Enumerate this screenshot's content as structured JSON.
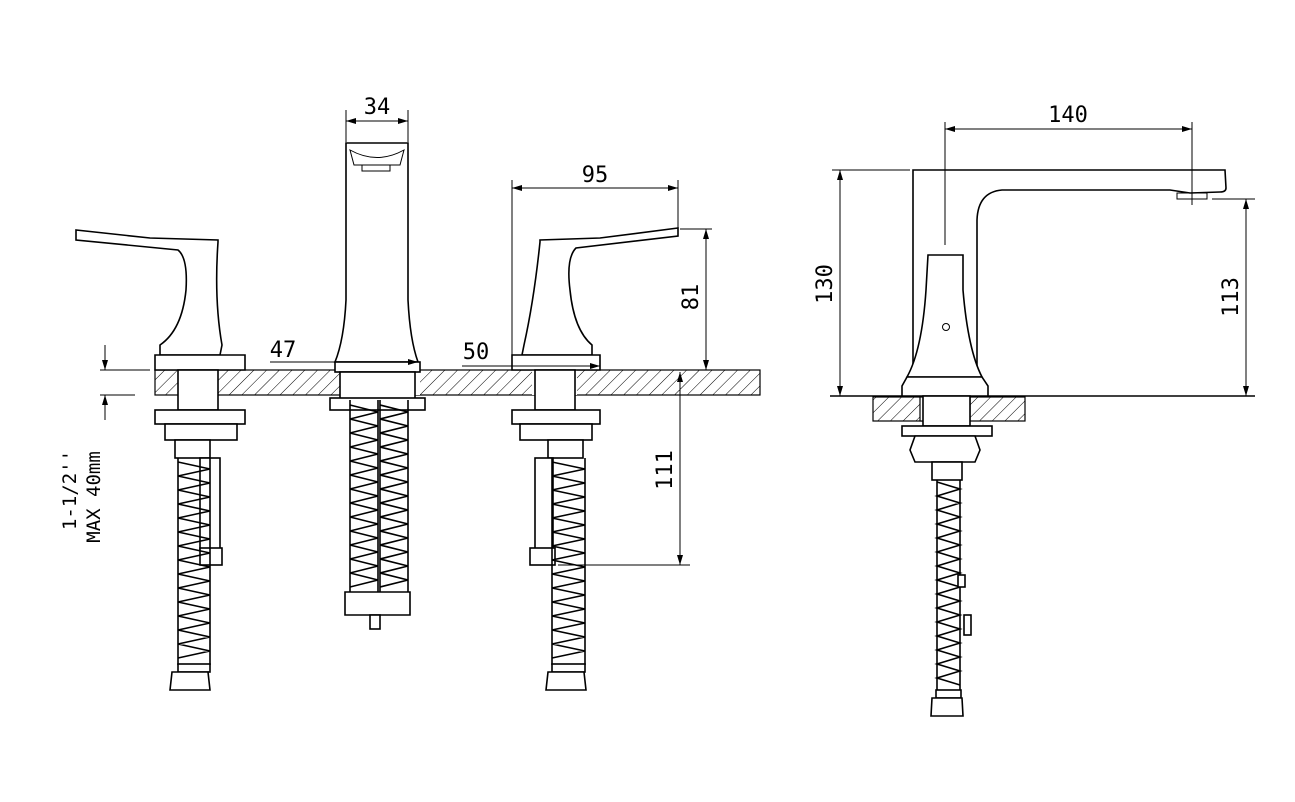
{
  "drawing": {
    "front_view": {
      "dim_spout_width": "34",
      "dim_handle_span": "95",
      "dim_handle_height": "81",
      "dim_spout_base": "47",
      "dim_handle_base": "50",
      "dim_shank_length": "111",
      "dim_deck_thickness_line1": "1-1/2''",
      "dim_deck_thickness_line2": "MAX 40mm"
    },
    "side_view": {
      "dim_spout_reach": "140",
      "dim_total_height": "130",
      "dim_outlet_height": "113"
    }
  }
}
